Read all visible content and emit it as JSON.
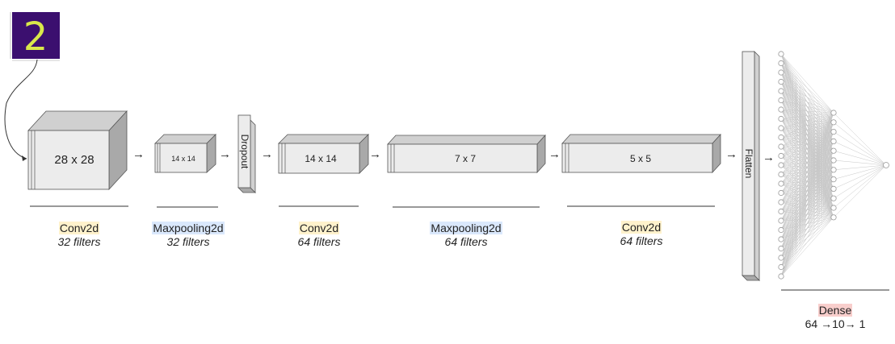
{
  "input": {
    "digit": "2"
  },
  "blocks": [
    {
      "size_text": "28 x 28"
    },
    {
      "size_text": "14 x 14"
    },
    {
      "size_text": "Dropout"
    },
    {
      "size_text": "14 x 14"
    },
    {
      "size_text": "7 x 7"
    },
    {
      "size_text": "5 x 5"
    },
    {
      "size_text": "Flatten"
    }
  ],
  "labels": [
    {
      "name": "Conv2d",
      "sub": "32 filters"
    },
    {
      "name": "Maxpooling2d",
      "sub": "32 filters"
    },
    {
      "name": "Conv2d",
      "sub": "64 filters"
    },
    {
      "name": "Maxpooling2d",
      "sub": "64 filters"
    },
    {
      "name": "Conv2d",
      "sub": "64 filters"
    }
  ],
  "dense": {
    "name": "Dense",
    "sub": "64 →10→ 1"
  },
  "arrow_glyph": "→",
  "colors": {
    "front": "#ececec",
    "top": "#d0d0d0",
    "side": "#a9a9a9",
    "edge": "#555555",
    "conv": "#fff2cc",
    "pool": "#dae8fc",
    "dense": "#f8cecc",
    "input_bg": "#3b0f6f",
    "input_digit": "#d9e84a",
    "net_line": "#c8c8c8"
  }
}
